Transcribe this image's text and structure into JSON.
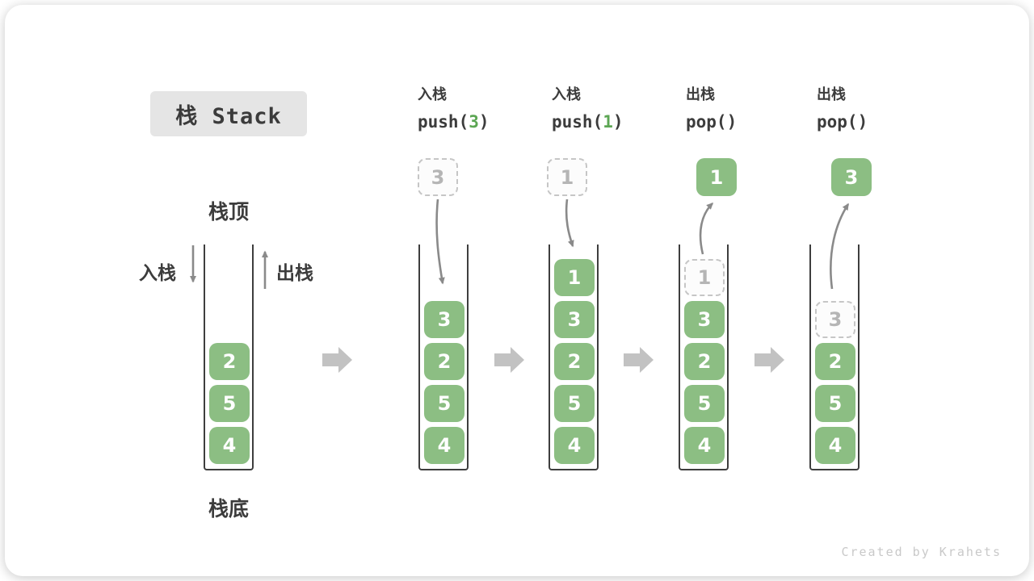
{
  "title": {
    "text": "栈 Stack"
  },
  "side_labels": {
    "stack_top": "栈顶",
    "stack_bottom": "栈底",
    "push": "入栈",
    "pop": "出栈"
  },
  "operations": [
    {
      "name": "入栈",
      "code_pre": "push(",
      "code_arg": "3",
      "code_post": ")"
    },
    {
      "name": "入栈",
      "code_pre": "push(",
      "code_arg": "1",
      "code_post": ")"
    },
    {
      "name": "出栈",
      "code_pre": "pop(",
      "code_arg": "",
      "code_post": ")"
    },
    {
      "name": "出栈",
      "code_pre": "pop(",
      "code_arg": "",
      "code_post": ")"
    }
  ],
  "stacks": [
    {
      "name": "initial-stack",
      "cells": [
        {
          "value": "2"
        },
        {
          "value": "5"
        },
        {
          "value": "4"
        }
      ]
    },
    {
      "name": "after-push-3",
      "floating": {
        "value": "3",
        "style": "dashed"
      },
      "cells": [
        {
          "value": "3"
        },
        {
          "value": "2"
        },
        {
          "value": "5"
        },
        {
          "value": "4"
        }
      ]
    },
    {
      "name": "after-push-1",
      "floating": {
        "value": "1",
        "style": "dashed"
      },
      "cells": [
        {
          "value": "1"
        },
        {
          "value": "3"
        },
        {
          "value": "2"
        },
        {
          "value": "5"
        },
        {
          "value": "4"
        }
      ]
    },
    {
      "name": "after-pop-1",
      "floating": {
        "value": "1",
        "style": "solid"
      },
      "cells": [
        {
          "value": "1",
          "removed": true
        },
        {
          "value": "3"
        },
        {
          "value": "2"
        },
        {
          "value": "5"
        },
        {
          "value": "4"
        }
      ]
    },
    {
      "name": "after-pop-3",
      "floating": {
        "value": "3",
        "style": "solid"
      },
      "cells": [
        {
          "value": "3",
          "removed": true
        },
        {
          "value": "2"
        },
        {
          "value": "5"
        },
        {
          "value": "4"
        }
      ]
    }
  ],
  "watermark": {
    "text": "Created by Krahets"
  },
  "colors": {
    "cell_green": "#8CBE83",
    "code_arg_green": "#5CA653",
    "text_dark": "#3C3C3C",
    "dashed_border": "#C6C6C6",
    "dashed_text": "#B5B5B5",
    "curved_arrow": "#8A8A8A",
    "block_arrow": "#C2C2C2",
    "title_bg": "#E5E5E5",
    "watermark_gray": "#C9C9C9"
  }
}
